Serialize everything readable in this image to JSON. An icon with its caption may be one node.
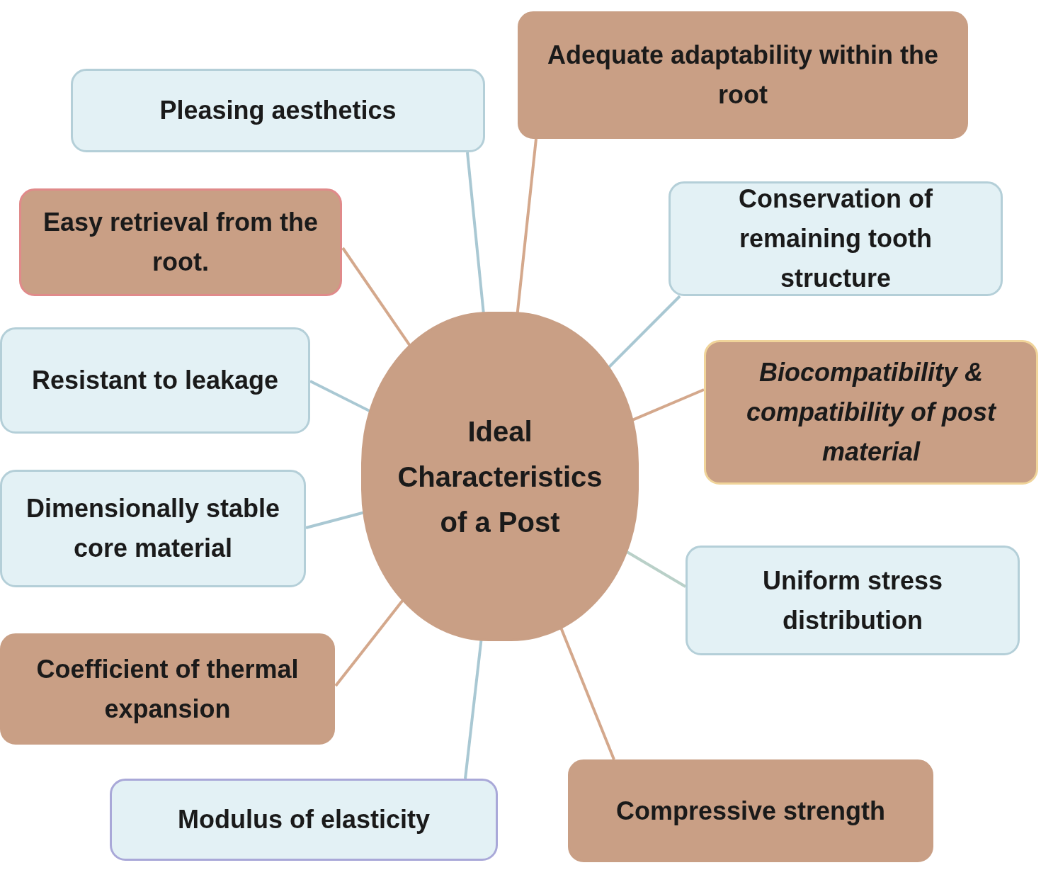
{
  "diagram": {
    "nodes": [
      {
        "text": [
          "Ideal Characteristics of a Post"
        ]
      },
      {
        "text": [
          "Pleasing aesthetics"
        ]
      },
      {
        "text": [
          "Adequate adaptability within the root"
        ]
      },
      {
        "text": [
          "Easy retrieval from the root."
        ]
      },
      {
        "text": [
          "Conservation of remaining tooth structure"
        ]
      },
      {
        "text": [
          "Resistant to leakage"
        ]
      },
      {
        "text": [
          "Biocompatibility & compatibility of post material"
        ]
      },
      {
        "text": [
          "Dimensionally stable core material"
        ]
      },
      {
        "text": [
          "Uniform stress distribution"
        ]
      },
      {
        "text": [
          "Coefficient of thermal expansion"
        ]
      },
      {
        "text": [
          "Modulus of elasticity"
        ]
      },
      {
        "text": [
          "Compressive strength"
        ]
      }
    ],
    "edges": [
      {
        "from": 0,
        "to": 1,
        "arrow": "none",
        "color": "#a9c8d3"
      },
      {
        "from": 0,
        "to": 2,
        "arrow": "none",
        "color": "#d4a88c"
      },
      {
        "from": 0,
        "to": 3,
        "arrow": "none",
        "color": "#d4a88c"
      },
      {
        "from": 0,
        "to": 4,
        "arrow": "none",
        "color": "#a9c8d3"
      },
      {
        "from": 0,
        "to": 5,
        "arrow": "none",
        "color": "#a9c8d3"
      },
      {
        "from": 0,
        "to": 6,
        "arrow": "none",
        "color": "#d4a88c"
      },
      {
        "from": 0,
        "to": 7,
        "arrow": "none",
        "color": "#a9c8d3"
      },
      {
        "from": 0,
        "to": 8,
        "arrow": "none",
        "color": "#b9d0c8"
      },
      {
        "from": 0,
        "to": 9,
        "arrow": "none",
        "color": "#d4a88c"
      },
      {
        "from": 0,
        "to": 10,
        "arrow": "none",
        "color": "#a9c8d3"
      },
      {
        "from": 0,
        "to": 11,
        "arrow": "none",
        "color": "#d4a88c"
      }
    ]
  }
}
